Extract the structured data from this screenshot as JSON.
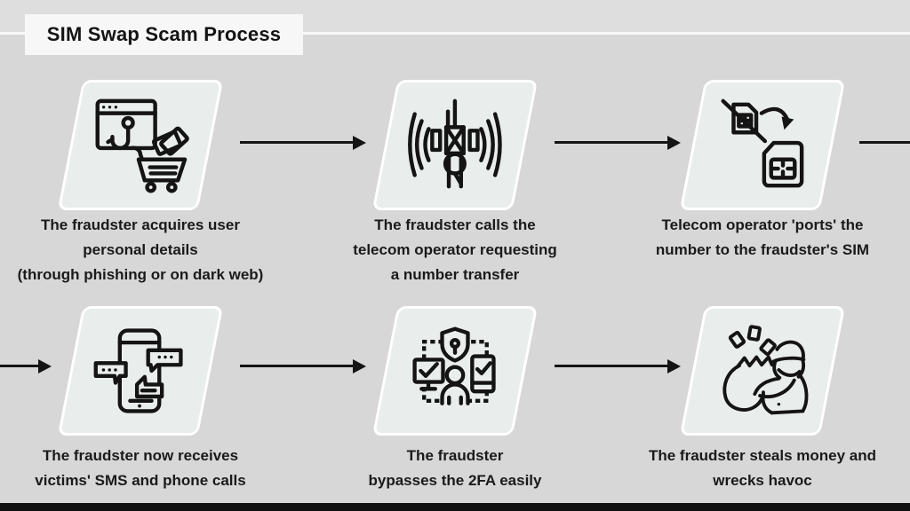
{
  "title": "SIM Swap Scam Process",
  "colors": {
    "background": "#d7d7d7",
    "header_band": "#dedede",
    "divider_line": "#f8f8f8",
    "title_box_bg": "#f7f7f7",
    "card_fill": "#e9edec",
    "card_border": "#ffffff",
    "ink": "#141414",
    "footer_bar": "#101010"
  },
  "steps": [
    {
      "icon": "phishing-cart-icon",
      "lines": [
        "The fraudster acquires user",
        "personal details",
        "(through phishing or on dark web)"
      ]
    },
    {
      "icon": "cell-tower-icon",
      "lines": [
        "The fraudster calls the",
        "telecom operator requesting",
        "a number transfer"
      ]
    },
    {
      "icon": "sim-swap-icon",
      "lines": [
        "Telecom operator 'ports' the",
        "number to the fraudster's SIM"
      ]
    },
    {
      "icon": "sms-phone-icon",
      "lines": [
        "The fraudster now receives",
        "victims' SMS and phone calls"
      ]
    },
    {
      "icon": "2fa-bypass-icon",
      "lines": [
        "The fraudster",
        "bypasses the 2FA easily"
      ]
    },
    {
      "icon": "money-thief-icon",
      "lines": [
        "The fraudster steals money and",
        "wrecks havoc"
      ]
    }
  ]
}
